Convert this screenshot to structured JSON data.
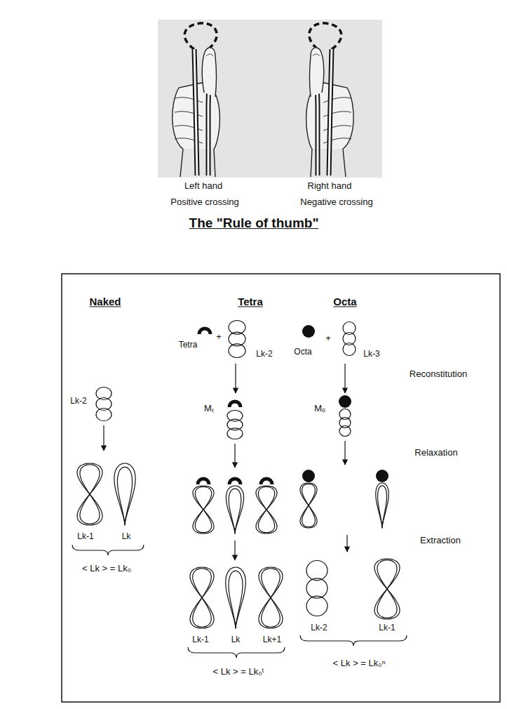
{
  "diagram": {
    "caption": "The \"Rule of thumb\"",
    "labels": [
      "Left hand",
      "Positive crossing",
      "Right hand",
      "Negative crossing",
      "Naked",
      "Tetra",
      "Octa",
      "Tetra",
      "+",
      "Lk-2",
      "Octa",
      "+",
      "Lk-3",
      "Reconstitution",
      "Lk-2",
      "Mₜ",
      "Mₒ",
      "Relaxation",
      "Lk-1",
      "Lk",
      "Extraction",
      "< Lk > = Lk₀",
      "Lk-1",
      "Lk",
      "Lk+1",
      "< Lk > = Lk₀ᵗ",
      "Lk-2",
      "Lk-1",
      "< Lk > = Lk₀ⁿ"
    ]
  }
}
